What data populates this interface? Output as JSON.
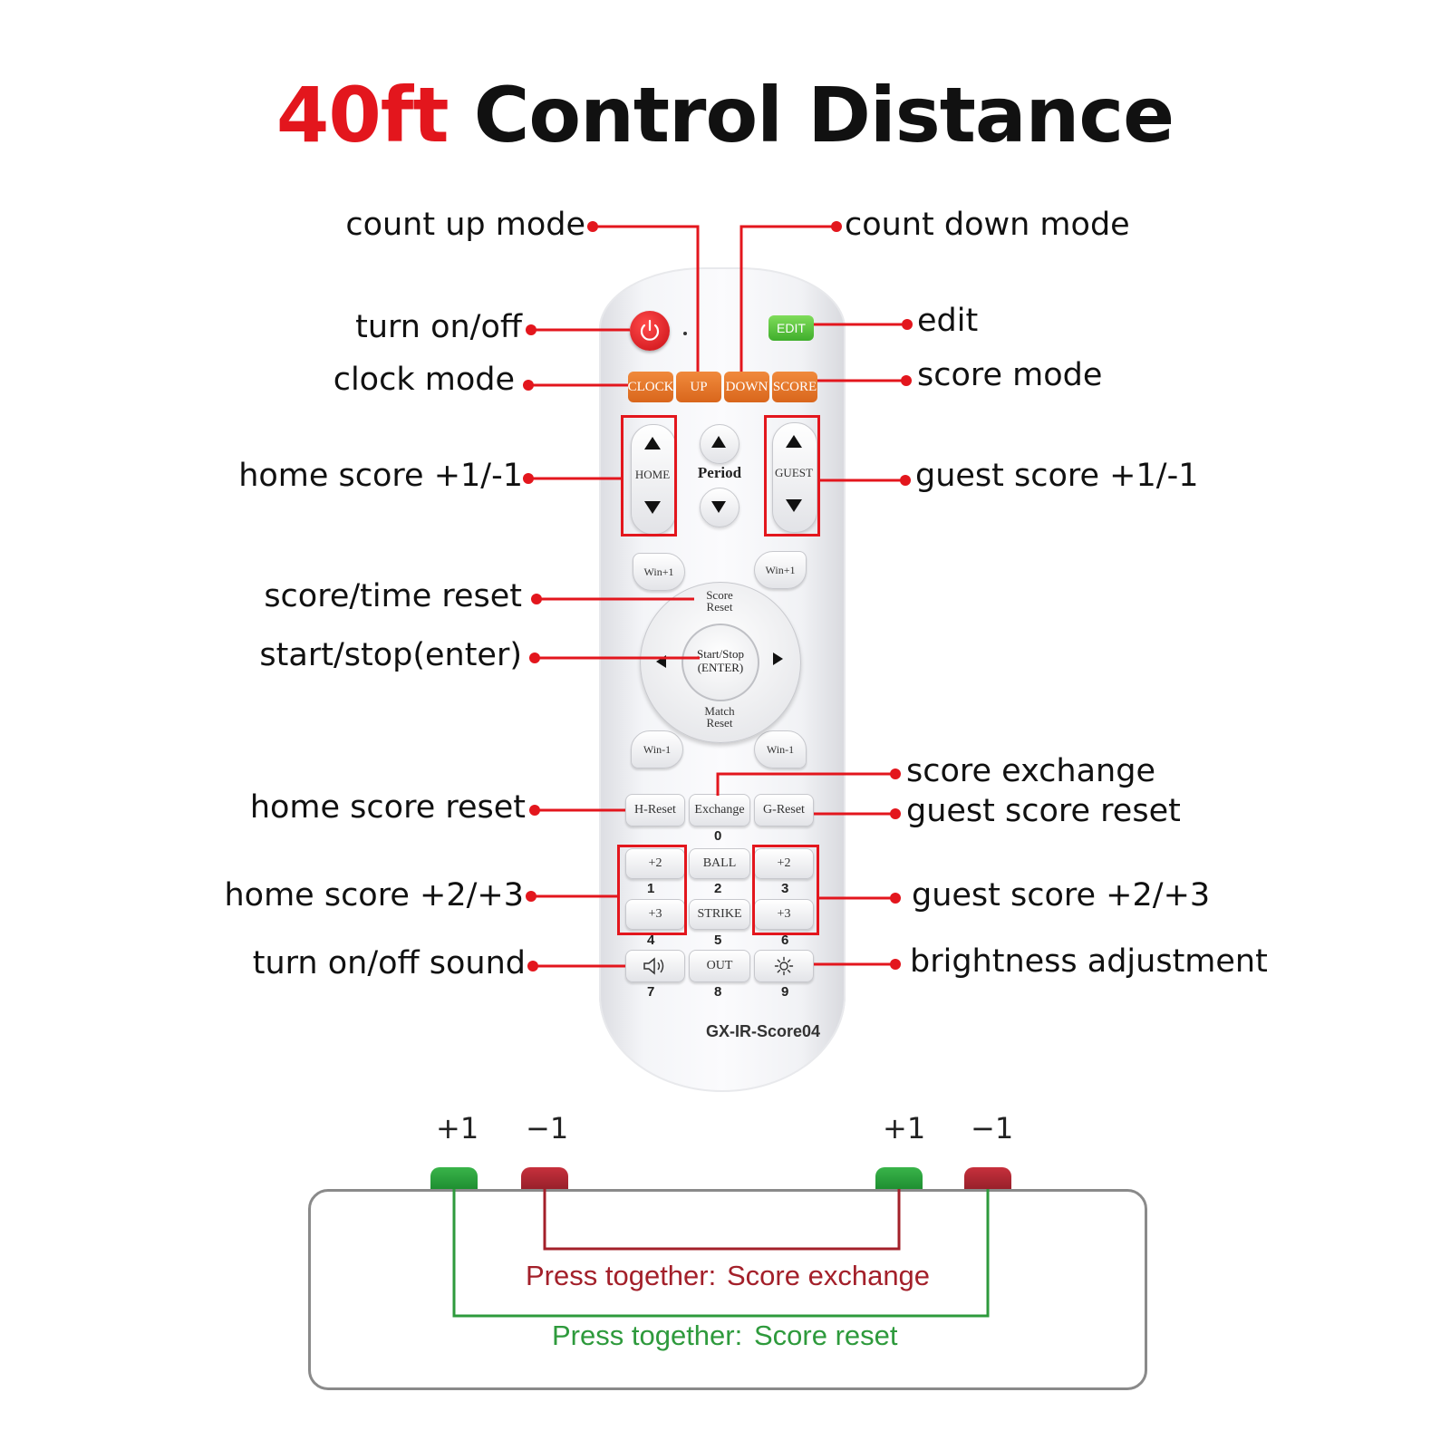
{
  "title": {
    "highlight": "40ft",
    "rest": "Control Distance"
  },
  "colors": {
    "accent": "#e3161d",
    "green": "#2e9a3c",
    "darkred": "#a3202a"
  },
  "labels": {
    "count_up": "count up mode",
    "count_down": "count down mode",
    "turn_on_off": "turn on/off",
    "edit": "edit",
    "clock_mode": "clock mode",
    "score_mode": "score mode",
    "home_score": "home score +1/-1",
    "guest_score": "guest score +1/-1",
    "score_time_reset": "score/time reset",
    "start_stop": "start/stop(enter)",
    "score_exchange": "score exchange",
    "home_score_reset": "home score reset",
    "guest_score_reset": "guest score reset",
    "home_score_23": "home score +2/+3",
    "guest_score_23": "guest score +2/+3",
    "sound": "turn on/off sound",
    "brightness": "brightness adjustment"
  },
  "remote": {
    "power_icon": "power-icon",
    "edit": "EDIT",
    "modes": [
      "CLOCK",
      "UP",
      "DOWN",
      "SCORE"
    ],
    "home": "HOME",
    "period": "Period",
    "guest": "GUEST",
    "win_plus": "Win+1",
    "win_minus": "Win-1",
    "score_reset": "Score\nReset",
    "start_stop": "Start/Stop\n(ENTER)",
    "match_reset": "Match\nReset",
    "h_reset": "H-Reset",
    "exchange": "Exchange",
    "g_reset": "G-Reset",
    "plus2": "+2",
    "plus3": "+3",
    "ball": "BALL",
    "strike": "STRIKE",
    "out": "OUT",
    "sound_icon": "speaker-icon",
    "brightness_icon": "sun-icon",
    "keys": {
      "k0": "0",
      "k1": "1",
      "k2": "2",
      "k3": "3",
      "k4": "4",
      "k5": "5",
      "k6": "6",
      "k7": "7",
      "k8": "8",
      "k9": "9"
    },
    "model": "GX-IR-Score04"
  },
  "panel": {
    "plus1": "+1",
    "minus1": "−1",
    "press_together": "Press together:",
    "score_exchange": "Score exchange",
    "score_reset": "Score reset"
  }
}
